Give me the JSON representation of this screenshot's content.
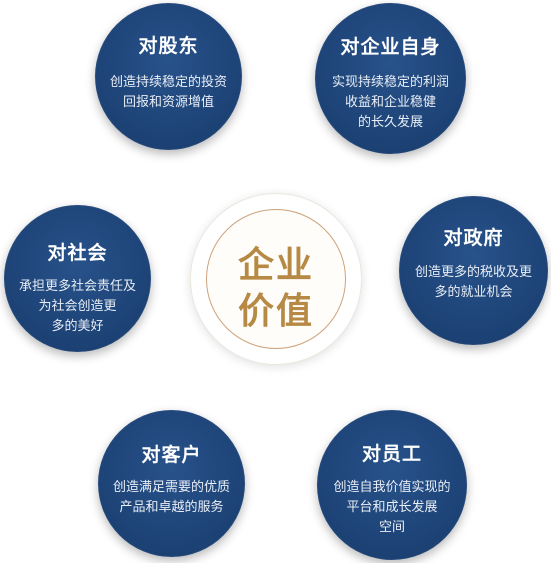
{
  "center": {
    "line1": "企业",
    "line2": "价值"
  },
  "nodes": {
    "shareholders": {
      "title": "对股东",
      "lines": [
        "创造持续稳定的投资",
        "回报和资源增值"
      ]
    },
    "enterprise": {
      "title": "对企业自身",
      "lines": [
        "实现持续稳定的利润",
        "收益和企业稳健",
        "的长久发展"
      ]
    },
    "society": {
      "title": "对社会",
      "lines": [
        "承担更多社会责任及",
        "为社会创造更",
        "多的美好"
      ]
    },
    "government": {
      "title": "对政府",
      "lines": [
        "创造更多的税收及更",
        "多的就业机会"
      ]
    },
    "customers": {
      "title": "对客户",
      "lines": [
        "创造满足需要的优质",
        "产品和卓越的服务"
      ]
    },
    "employees": {
      "title": "对员工",
      "lines": [
        "创造自我价值实现的",
        "平台和成长发展",
        "空间"
      ]
    }
  },
  "colors": {
    "circle": "#1e4478",
    "center_text": "#b68a45",
    "center_ring": "#cda27a"
  }
}
